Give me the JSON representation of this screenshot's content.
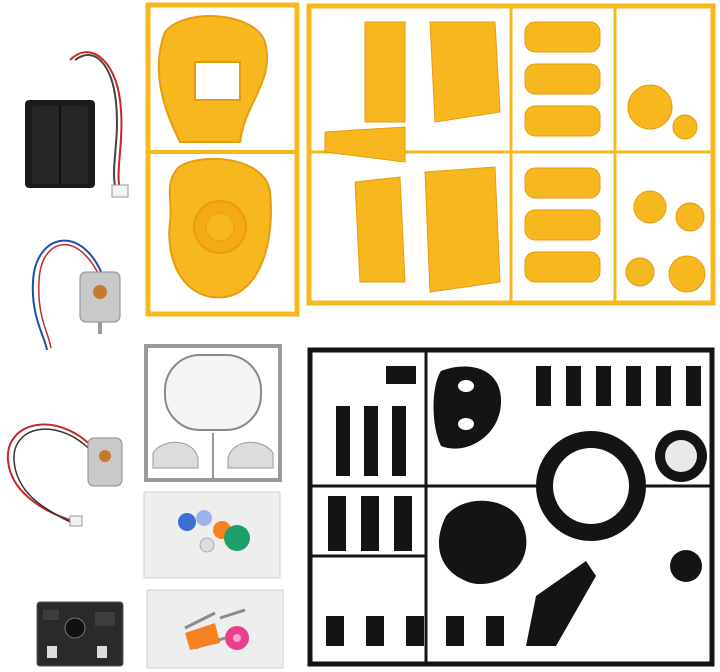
{
  "scene": {
    "background": "#ffffff",
    "colors": {
      "yellow_plastic": "#f7b81f",
      "yellow_shade": "#e59c0f",
      "black_plastic": "#141414",
      "clear_frame": "#9a9a9a",
      "battery_box": "#1a1a1a",
      "wire_red": "#c62828",
      "wire_blue": "#1e4fa3",
      "motor_metal": "#c9c9c9",
      "circuit_board": "#2a2a2a",
      "bag": "#eeeeee",
      "gear_blue": "#3b6fd1",
      "gear_green": "#1e9e6a",
      "gear_pink": "#e8408e",
      "gear_orange": "#f58220"
    },
    "components": [
      "battery-holder-with-leads",
      "motor-with-blue-leads",
      "yellow-shell-sprue",
      "yellow-parts-sprue",
      "clear-window-sprue",
      "motor-with-red-leads",
      "bag-of-gears",
      "black-parts-sprue",
      "circuit-board",
      "bag-of-screws-and-gears"
    ]
  }
}
